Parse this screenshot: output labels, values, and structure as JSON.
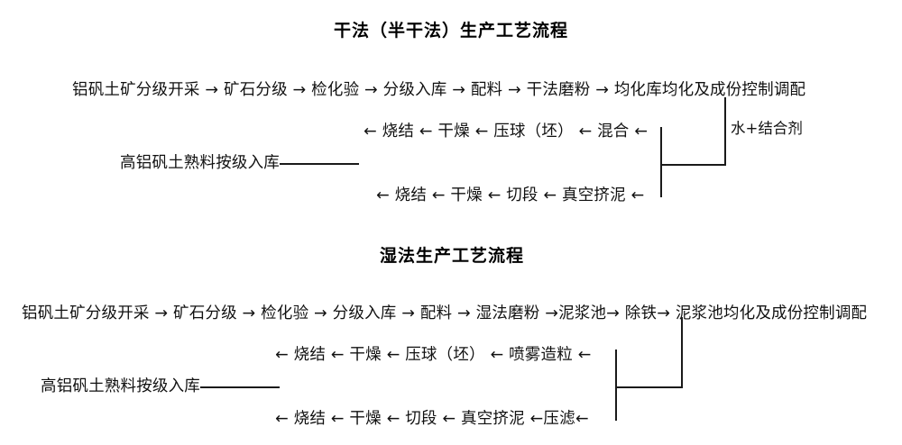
{
  "document": {
    "language": "zh-CN",
    "kind": "process-flow-diagram"
  },
  "sections": [
    {
      "id": "dry",
      "title": "干法（半干法）生产工艺流程",
      "rows": [
        {
          "id": "dry-row-1",
          "direction": "right",
          "text": "铝矾土矿分级开采 → 矿石分级 → 检化验 → 分级入库 → 配料 → 干法磨粉 → 均化库均化及成份控制调配",
          "steps": [
            "铝矾土矿分级开采",
            "矿石分级",
            "检化验",
            "分级入库",
            "配料",
            "干法磨粉",
            "均化库均化及成份控制调配"
          ]
        },
        {
          "id": "dry-row-2",
          "direction": "left",
          "text": "← 烧结 ← 干燥 ← 压球（坯） ← 混合 ←",
          "steps": [
            "烧结",
            "干燥",
            "压球（坯）",
            "混合"
          ]
        },
        {
          "id": "dry-row-3",
          "direction": "none",
          "text": "高铝矾土熟料按级入库",
          "steps": [
            "高铝矾土熟料按级入库"
          ]
        },
        {
          "id": "dry-row-4",
          "direction": "left",
          "text": "← 烧结 ← 干燥 ← 切段 ← 真空挤泥 ←",
          "steps": [
            "烧结",
            "干燥",
            "切段",
            "真空挤泥"
          ]
        }
      ],
      "annotations": [
        {
          "id": "dry-additive",
          "text": "水+结合剂"
        }
      ]
    },
    {
      "id": "wet",
      "title": "湿法生产工艺流程",
      "rows": [
        {
          "id": "wet-row-1",
          "direction": "right",
          "text": "铝矾土矿分级开采 → 矿石分级 → 检化验 → 分级入库 → 配料 → 湿法磨粉 →泥浆池→ 除铁→ 泥浆池均化及成份控制调配",
          "steps": [
            "铝矾土矿分级开采",
            "矿石分级",
            "检化验",
            "分级入库",
            "配料",
            "湿法磨粉",
            "泥浆池",
            "除铁",
            "泥浆池均化及成份控制调配"
          ]
        },
        {
          "id": "wet-row-2",
          "direction": "left",
          "text": "← 烧结 ← 干燥 ← 压球（坯） ← 喷雾造粒 ←",
          "steps": [
            "烧结",
            "干燥",
            "压球（坯）",
            "喷雾造粒"
          ]
        },
        {
          "id": "wet-row-3",
          "direction": "none",
          "text": "高铝矾土熟料按级入库",
          "steps": [
            "高铝矾土熟料按级入库"
          ]
        },
        {
          "id": "wet-row-4",
          "direction": "left",
          "text": "← 烧结 ← 干燥 ← 切段 ← 真空挤泥 ←压滤←",
          "steps": [
            "烧结",
            "干燥",
            "切段",
            "真空挤泥",
            "压滤"
          ]
        }
      ],
      "annotations": []
    }
  ],
  "colors": {
    "text": "#111111",
    "line": "#1a1a1a",
    "background": "#ffffff"
  }
}
